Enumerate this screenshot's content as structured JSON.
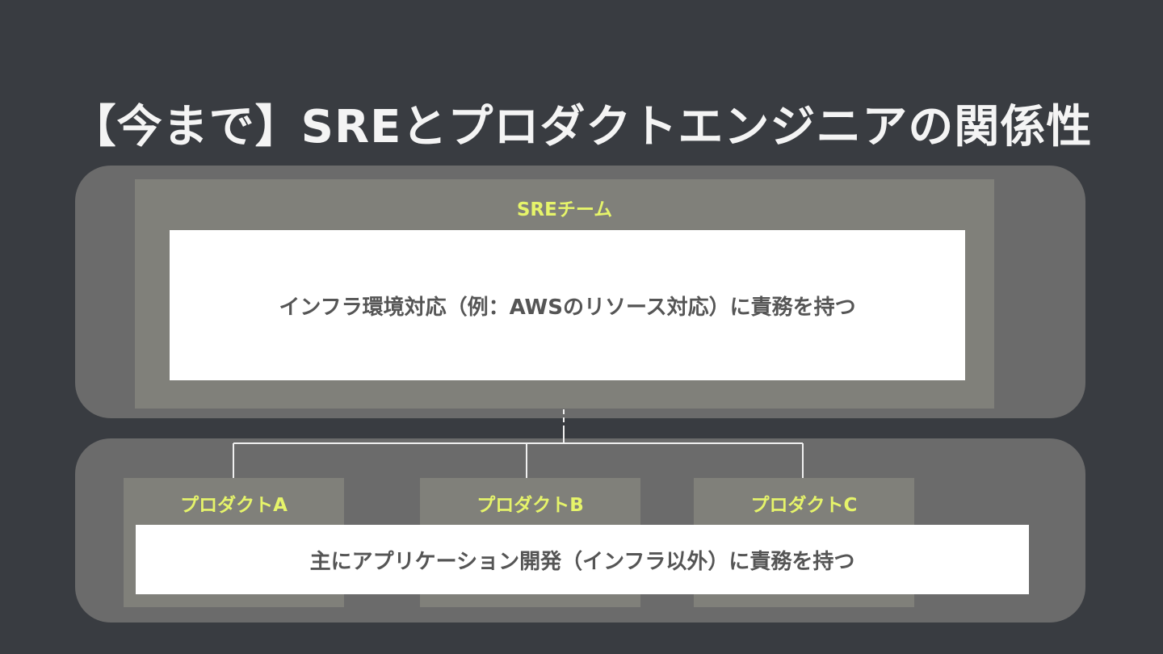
{
  "title": "【今まで】SREとプロダクトエンジニアの関係性",
  "sre_team": {
    "label": "SREチーム",
    "description": "インフラ環境対応（例：AWSのリソース対応）に責務を持つ"
  },
  "products": [
    {
      "label": "プロダクトA"
    },
    {
      "label": "プロダクトB"
    },
    {
      "label": "プロダクトC"
    }
  ],
  "product_description": "主にアプリケーション開発（インフラ以外）に責務を持つ",
  "colors": {
    "background": "#393c41",
    "panel": "#6b6b6b",
    "box": "#80807a",
    "label_accent": "#e6f46a",
    "connector": "#f0f0f0"
  }
}
